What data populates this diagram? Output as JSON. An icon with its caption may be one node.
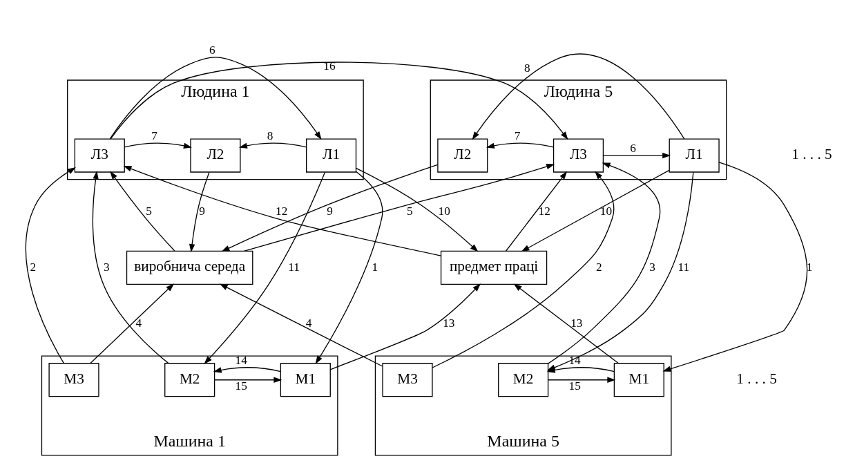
{
  "diagram": {
    "nodes": [
      {
        "text": [
          "Людина 1"
        ]
      },
      {
        "text": [
          "Л1"
        ],
        "in": 0
      },
      {
        "text": [
          "Л2"
        ],
        "in": 0
      },
      {
        "text": [
          "Л3"
        ],
        "in": 0
      },
      {
        "text": [
          "Людина 5"
        ]
      },
      {
        "text": [
          "Л1"
        ],
        "in": 4
      },
      {
        "text": [
          "Л2"
        ],
        "in": 4
      },
      {
        "text": [
          "Л3"
        ],
        "in": 4
      },
      {
        "text": [
          "виробнича середа"
        ]
      },
      {
        "text": [
          "предмет праці"
        ]
      },
      {
        "text": [
          "Машина 1"
        ]
      },
      {
        "text": [
          "М1"
        ],
        "in": 10
      },
      {
        "text": [
          "М2"
        ],
        "in": 10
      },
      {
        "text": [
          "М3"
        ],
        "in": 10
      },
      {
        "text": [
          "Машина 5"
        ]
      },
      {
        "text": [
          "М1"
        ],
        "in": 14
      },
      {
        "text": [
          "М2"
        ],
        "in": 14
      },
      {
        "text": [
          "М3"
        ],
        "in": 14
      }
    ],
    "edges": [
      {
        "from": 1,
        "to": 2,
        "label": "8",
        "arrow": "to"
      },
      {
        "from": 3,
        "to": 2,
        "label": "7",
        "arrow": "to"
      },
      {
        "from": 3,
        "to": 1,
        "label": "6",
        "arrow": "to"
      },
      {
        "from": 5,
        "to": 6,
        "label": "8",
        "arrow": "to"
      },
      {
        "from": 7,
        "to": 6,
        "label": "7",
        "arrow": "to"
      },
      {
        "from": 7,
        "to": 5,
        "label": "6",
        "arrow": "to"
      },
      {
        "from": 9,
        "to": 3,
        "label": "12",
        "arrow": "to"
      },
      {
        "from": 9,
        "to": 7,
        "label": "12",
        "arrow": "to"
      },
      {
        "from": 3,
        "to": 7,
        "label": "16",
        "arrow": "to"
      },
      {
        "from": 2,
        "to": 8,
        "label": "9",
        "arrow": "to"
      },
      {
        "from": 6,
        "to": 8,
        "label": "9",
        "arrow": "to"
      },
      {
        "from": 8,
        "to": 3,
        "label": "5",
        "arrow": "to"
      },
      {
        "from": 8,
        "to": 7,
        "label": "5",
        "arrow": "to"
      },
      {
        "from": 1,
        "to": 9,
        "label": "10",
        "arrow": "to"
      },
      {
        "from": 5,
        "to": 9,
        "label": "10",
        "arrow": "to"
      },
      {
        "from": 1,
        "to": 11,
        "label": "1",
        "arrow": "to"
      },
      {
        "from": 1,
        "to": 12,
        "label": "11",
        "arrow": "to"
      },
      {
        "from": 5,
        "to": 15,
        "label": "1",
        "arrow": "to"
      },
      {
        "from": 5,
        "to": 16,
        "label": "11",
        "arrow": "to"
      },
      {
        "from": 13,
        "to": 3,
        "label": "2",
        "arrow": "to"
      },
      {
        "from": 17,
        "to": 7,
        "label": "2",
        "arrow": "to"
      },
      {
        "from": 13,
        "to": 8,
        "label": "4",
        "arrow": "to"
      },
      {
        "from": 17,
        "to": 8,
        "label": "4",
        "arrow": "to"
      },
      {
        "from": 12,
        "to": 3,
        "label": "3",
        "arrow": "to"
      },
      {
        "from": 16,
        "to": 7,
        "label": "3",
        "arrow": "to"
      },
      {
        "from": 11,
        "to": 9,
        "label": "13",
        "arrow": "to"
      },
      {
        "from": 15,
        "to": 9,
        "label": "13",
        "arrow": "to"
      },
      {
        "from": 12,
        "to": 11,
        "label": "15",
        "arrow": "to"
      },
      {
        "from": 11,
        "to": 12,
        "label": "14",
        "arrow": "to"
      },
      {
        "from": 16,
        "to": 15,
        "label": "15",
        "arrow": "to"
      },
      {
        "from": 15,
        "to": 16,
        "label": "14",
        "arrow": "to"
      }
    ],
    "labels": [
      "1 . . . 5",
      "1 . . . 5"
    ]
  }
}
